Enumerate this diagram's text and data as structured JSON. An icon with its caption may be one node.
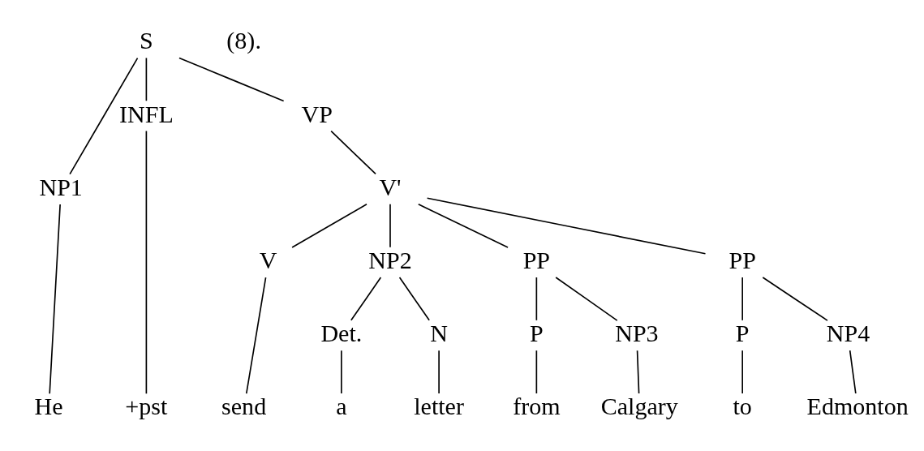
{
  "diagram": {
    "nodes": [
      {
        "text": [
          "S"
        ]
      },
      {
        "text": [
          "NP1"
        ]
      },
      {
        "text": [
          "INFL"
        ]
      },
      {
        "text": [
          "VP"
        ]
      },
      {
        "text": [
          "+pst"
        ]
      },
      {
        "text": [
          "V'"
        ]
      },
      {
        "text": [
          "V"
        ]
      },
      {
        "text": [
          "NP2"
        ]
      },
      {
        "text": [
          "PP"
        ]
      },
      {
        "text": [
          "PP"
        ]
      },
      {
        "text": [
          "Det."
        ]
      },
      {
        "text": [
          "N"
        ]
      },
      {
        "text": [
          "P"
        ]
      },
      {
        "text": [
          "NP3"
        ]
      },
      {
        "text": [
          "P"
        ]
      },
      {
        "text": [
          "NP4"
        ]
      },
      {
        "text": [
          "He"
        ]
      },
      {
        "text": [
          "send"
        ]
      },
      {
        "text": [
          "a"
        ]
      },
      {
        "text": [
          "letter"
        ]
      },
      {
        "text": [
          "from"
        ]
      },
      {
        "text": [
          "Calgary"
        ]
      },
      {
        "text": [
          "to"
        ]
      },
      {
        "text": [
          "Edmonton"
        ]
      }
    ],
    "edges": [
      {
        "from": 0,
        "to": 1,
        "arrow": "none"
      },
      {
        "from": 0,
        "to": 2,
        "arrow": "none"
      },
      {
        "from": 0,
        "to": 3,
        "arrow": "none"
      },
      {
        "from": 1,
        "to": 16,
        "arrow": "none"
      },
      {
        "from": 2,
        "to": 4,
        "arrow": "none"
      },
      {
        "from": 3,
        "to": 5,
        "arrow": "none"
      },
      {
        "from": 5,
        "to": 6,
        "arrow": "none"
      },
      {
        "from": 5,
        "to": 7,
        "arrow": "none"
      },
      {
        "from": 5,
        "to": 8,
        "arrow": "none"
      },
      {
        "from": 5,
        "to": 9,
        "arrow": "none"
      },
      {
        "from": 6,
        "to": 17,
        "arrow": "none"
      },
      {
        "from": 7,
        "to": 10,
        "arrow": "none"
      },
      {
        "from": 7,
        "to": 11,
        "arrow": "none"
      },
      {
        "from": 8,
        "to": 12,
        "arrow": "none"
      },
      {
        "from": 8,
        "to": 13,
        "arrow": "none"
      },
      {
        "from": 9,
        "to": 14,
        "arrow": "none"
      },
      {
        "from": 9,
        "to": 15,
        "arrow": "none"
      },
      {
        "from": 10,
        "to": 18,
        "arrow": "none"
      },
      {
        "from": 11,
        "to": 19,
        "arrow": "none"
      },
      {
        "from": 12,
        "to": 20,
        "arrow": "none"
      },
      {
        "from": 13,
        "to": 21,
        "arrow": "none"
      },
      {
        "from": 14,
        "to": 22,
        "arrow": "none"
      },
      {
        "from": 15,
        "to": 23,
        "arrow": "none"
      }
    ],
    "labels": [
      "(8)."
    ]
  }
}
